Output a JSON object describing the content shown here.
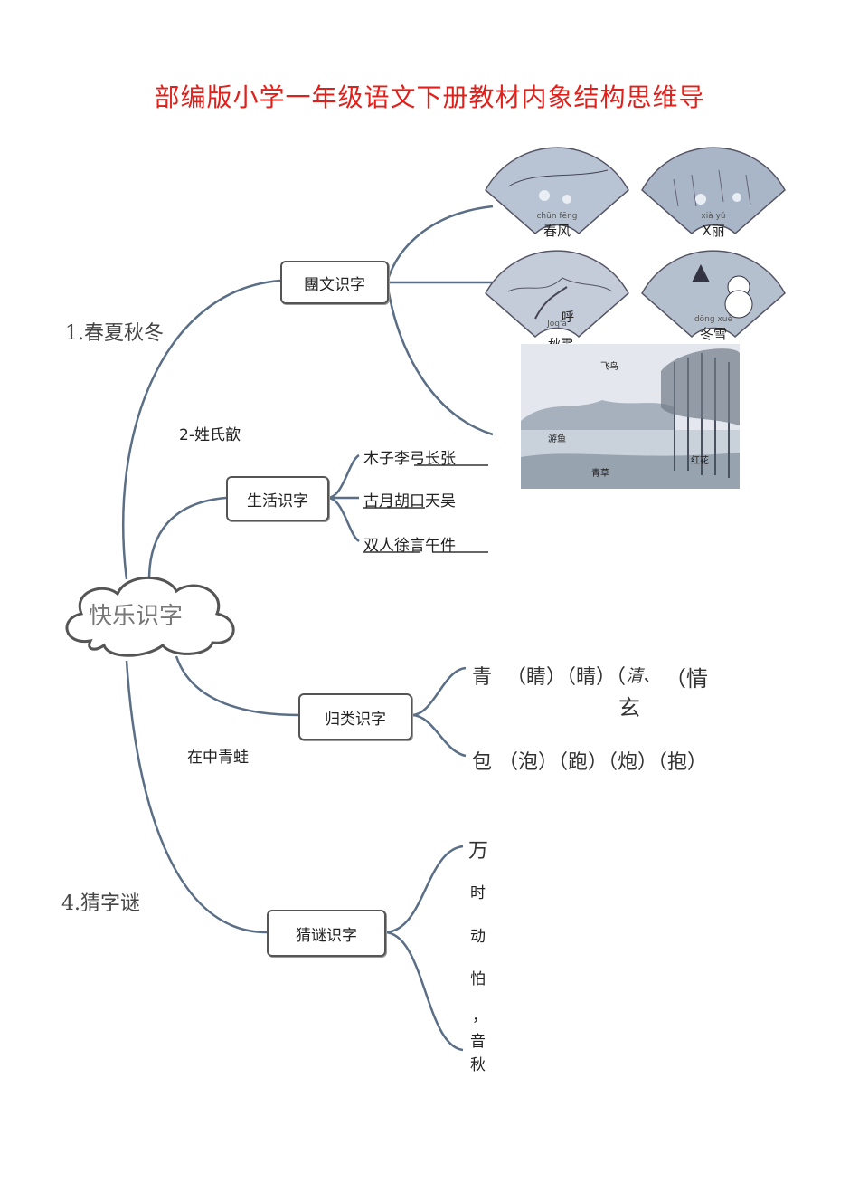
{
  "title": "部编版小学一年级语文下册教材内象结构思维导",
  "center": "快乐识字",
  "branches": {
    "b1_label": "1.春夏秋冬",
    "b2_label": "2-姓氏歆",
    "b3_label": "在中青蛙",
    "b4_label": "4.猜字谜"
  },
  "boxes": {
    "tuwen": "團文识字",
    "shenghuo": "生活识字",
    "guilei": "归类识字",
    "caimi": "猜谜识字"
  },
  "shenghuo_items": [
    {
      "a": "木子李",
      "b": "弓长张"
    },
    {
      "a": "古月胡",
      "b": "口天吴"
    },
    {
      "a": "双人徐",
      "b": "言午件"
    }
  ],
  "guilei": {
    "row1": [
      "青",
      "（睛）（晴）（",
      "清、",
      "（情",
      "玄"
    ],
    "row2": "包 （泡）（跑）（炮）（抱）"
  },
  "caimi_items": [
    "万",
    "时",
    "动",
    "怕",
    "，",
    "音",
    "秋"
  ],
  "fans": [
    {
      "pinyin": "chūn fēng",
      "caption": "春风"
    },
    {
      "pinyin": "xià yǔ",
      "caption": "X丽"
    },
    {
      "pinyin": "Joq'a",
      "caption": "呼",
      "caption2": "秋需"
    },
    {
      "pinyin": "dōng xuě",
      "caption": "冬雪"
    }
  ],
  "landscape": {
    "labels": [
      "飞鸟",
      "游鱼",
      "青草",
      "红花"
    ]
  }
}
